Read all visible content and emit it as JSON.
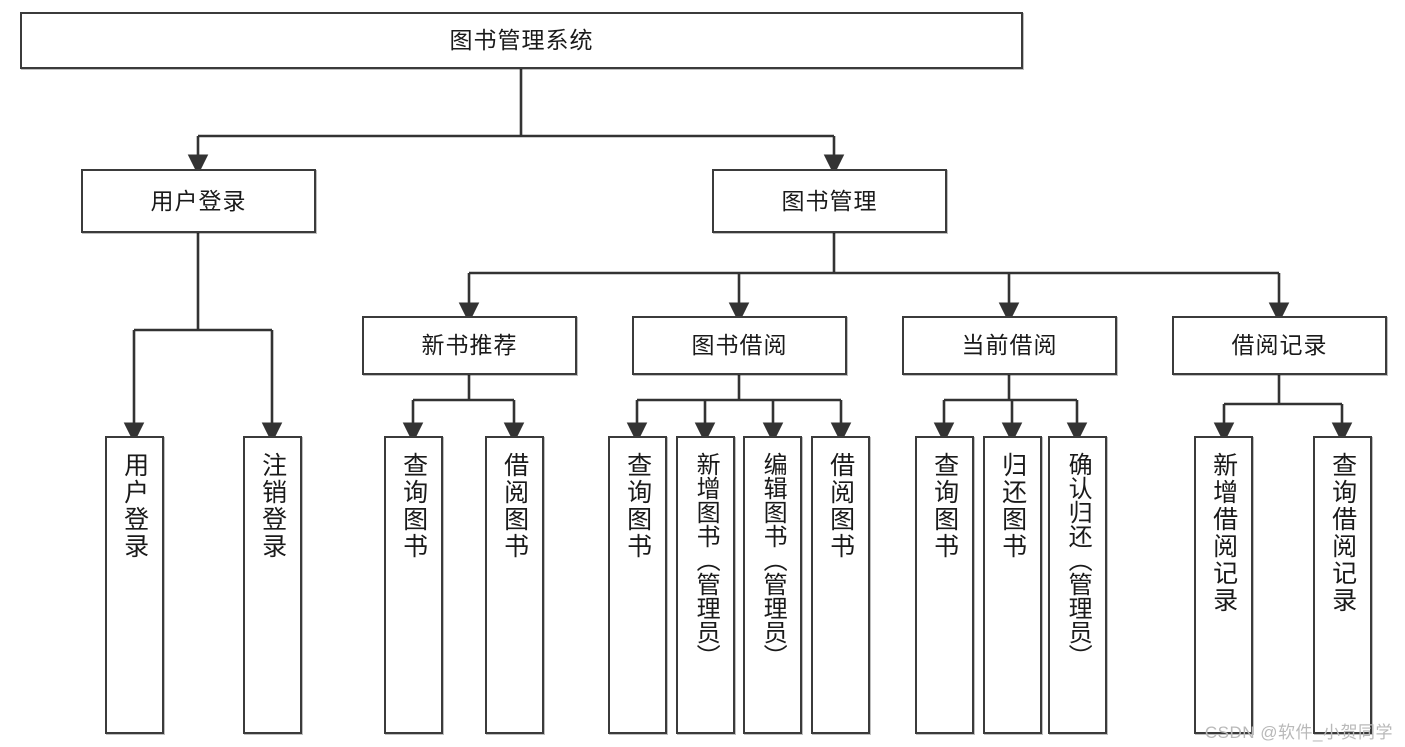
{
  "diagram": {
    "title": "图书管理系统",
    "type": "hierarchy-tree",
    "watermark": "CSDN @软件_小贺同学",
    "colors": {
      "box_border": "#3b3b3b",
      "box_fill": "#ffffff",
      "edge": "#333333",
      "text": "#1a1a1a",
      "watermark": "#b9b9b9"
    },
    "nodes": {
      "root": {
        "label": "图书管理系统",
        "level": 1
      },
      "user_login": {
        "label": "用户登录",
        "level": 2
      },
      "book_manage": {
        "label": "图书管理",
        "level": 2
      },
      "new_book_rec": {
        "label": "新书推荐",
        "level": 3
      },
      "book_borrow": {
        "label": "图书借阅",
        "level": 3
      },
      "current_borrow": {
        "label": "当前借阅",
        "level": 3
      },
      "borrow_record": {
        "label": "借阅记录",
        "level": 3
      },
      "leaf_user_login": {
        "label": "用户登录",
        "level": 4
      },
      "leaf_logout_login": {
        "label": "注销登录",
        "level": 4
      },
      "leaf_query_book_1": {
        "label": "查询图书",
        "level": 4
      },
      "leaf_borrow_book_1": {
        "label": "借阅图书",
        "level": 4
      },
      "leaf_query_book_2": {
        "label": "查询图书",
        "level": 4
      },
      "leaf_add_book": {
        "label": "新增图书（管理员）",
        "level": 4
      },
      "leaf_edit_book": {
        "label": "编辑图书（管理员）",
        "level": 4
      },
      "leaf_borrow_book_2": {
        "label": "借阅图书",
        "level": 4
      },
      "leaf_query_book_3": {
        "label": "查询图书",
        "level": 4
      },
      "leaf_return_book": {
        "label": "归还图书",
        "level": 4
      },
      "leaf_confirm_return": {
        "label": "确认归还（管理员）",
        "level": 4
      },
      "leaf_add_record": {
        "label": "新增借阅记录",
        "level": 4
      },
      "leaf_query_record": {
        "label": "查询借阅记录",
        "level": 4
      }
    },
    "edges": [
      {
        "from": "root",
        "to": "user_login"
      },
      {
        "from": "root",
        "to": "book_manage"
      },
      {
        "from": "user_login",
        "to": "leaf_user_login"
      },
      {
        "from": "user_login",
        "to": "leaf_logout_login"
      },
      {
        "from": "book_manage",
        "to": "new_book_rec"
      },
      {
        "from": "book_manage",
        "to": "book_borrow"
      },
      {
        "from": "book_manage",
        "to": "current_borrow"
      },
      {
        "from": "book_manage",
        "to": "borrow_record"
      },
      {
        "from": "new_book_rec",
        "to": "leaf_query_book_1"
      },
      {
        "from": "new_book_rec",
        "to": "leaf_borrow_book_1"
      },
      {
        "from": "book_borrow",
        "to": "leaf_query_book_2"
      },
      {
        "from": "book_borrow",
        "to": "leaf_add_book"
      },
      {
        "from": "book_borrow",
        "to": "leaf_edit_book"
      },
      {
        "from": "book_borrow",
        "to": "leaf_borrow_book_2"
      },
      {
        "from": "current_borrow",
        "to": "leaf_query_book_3"
      },
      {
        "from": "current_borrow",
        "to": "leaf_return_book"
      },
      {
        "from": "current_borrow",
        "to": "leaf_confirm_return"
      },
      {
        "from": "borrow_record",
        "to": "leaf_add_record"
      },
      {
        "from": "borrow_record",
        "to": "leaf_query_record"
      }
    ]
  }
}
